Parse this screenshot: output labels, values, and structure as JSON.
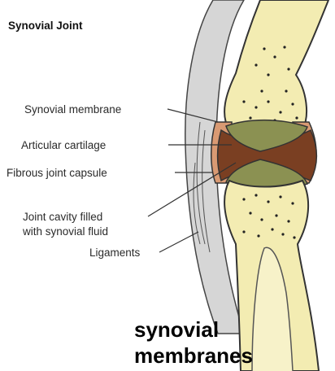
{
  "diagram": {
    "title": "Synovial Joint",
    "labels": {
      "synovial_membrane": "Synovial membrane",
      "articular_cartilage": "Articular cartilage",
      "fibrous_capsule": "Fibrous joint capsule",
      "joint_cavity_line1": "Joint cavity filled",
      "joint_cavity_line2": "with synovial fluid",
      "ligaments": "Ligaments"
    },
    "caption_line1": "synovial",
    "caption_line2": "membranes"
  },
  "colors": {
    "bone": "#f3ecb2",
    "cartilage": "#8b9152",
    "synovial_membrane": "#d99a73",
    "joint_fluid": "#7a3f22",
    "capsule": "#d0d0d0",
    "outline": "#333333"
  }
}
